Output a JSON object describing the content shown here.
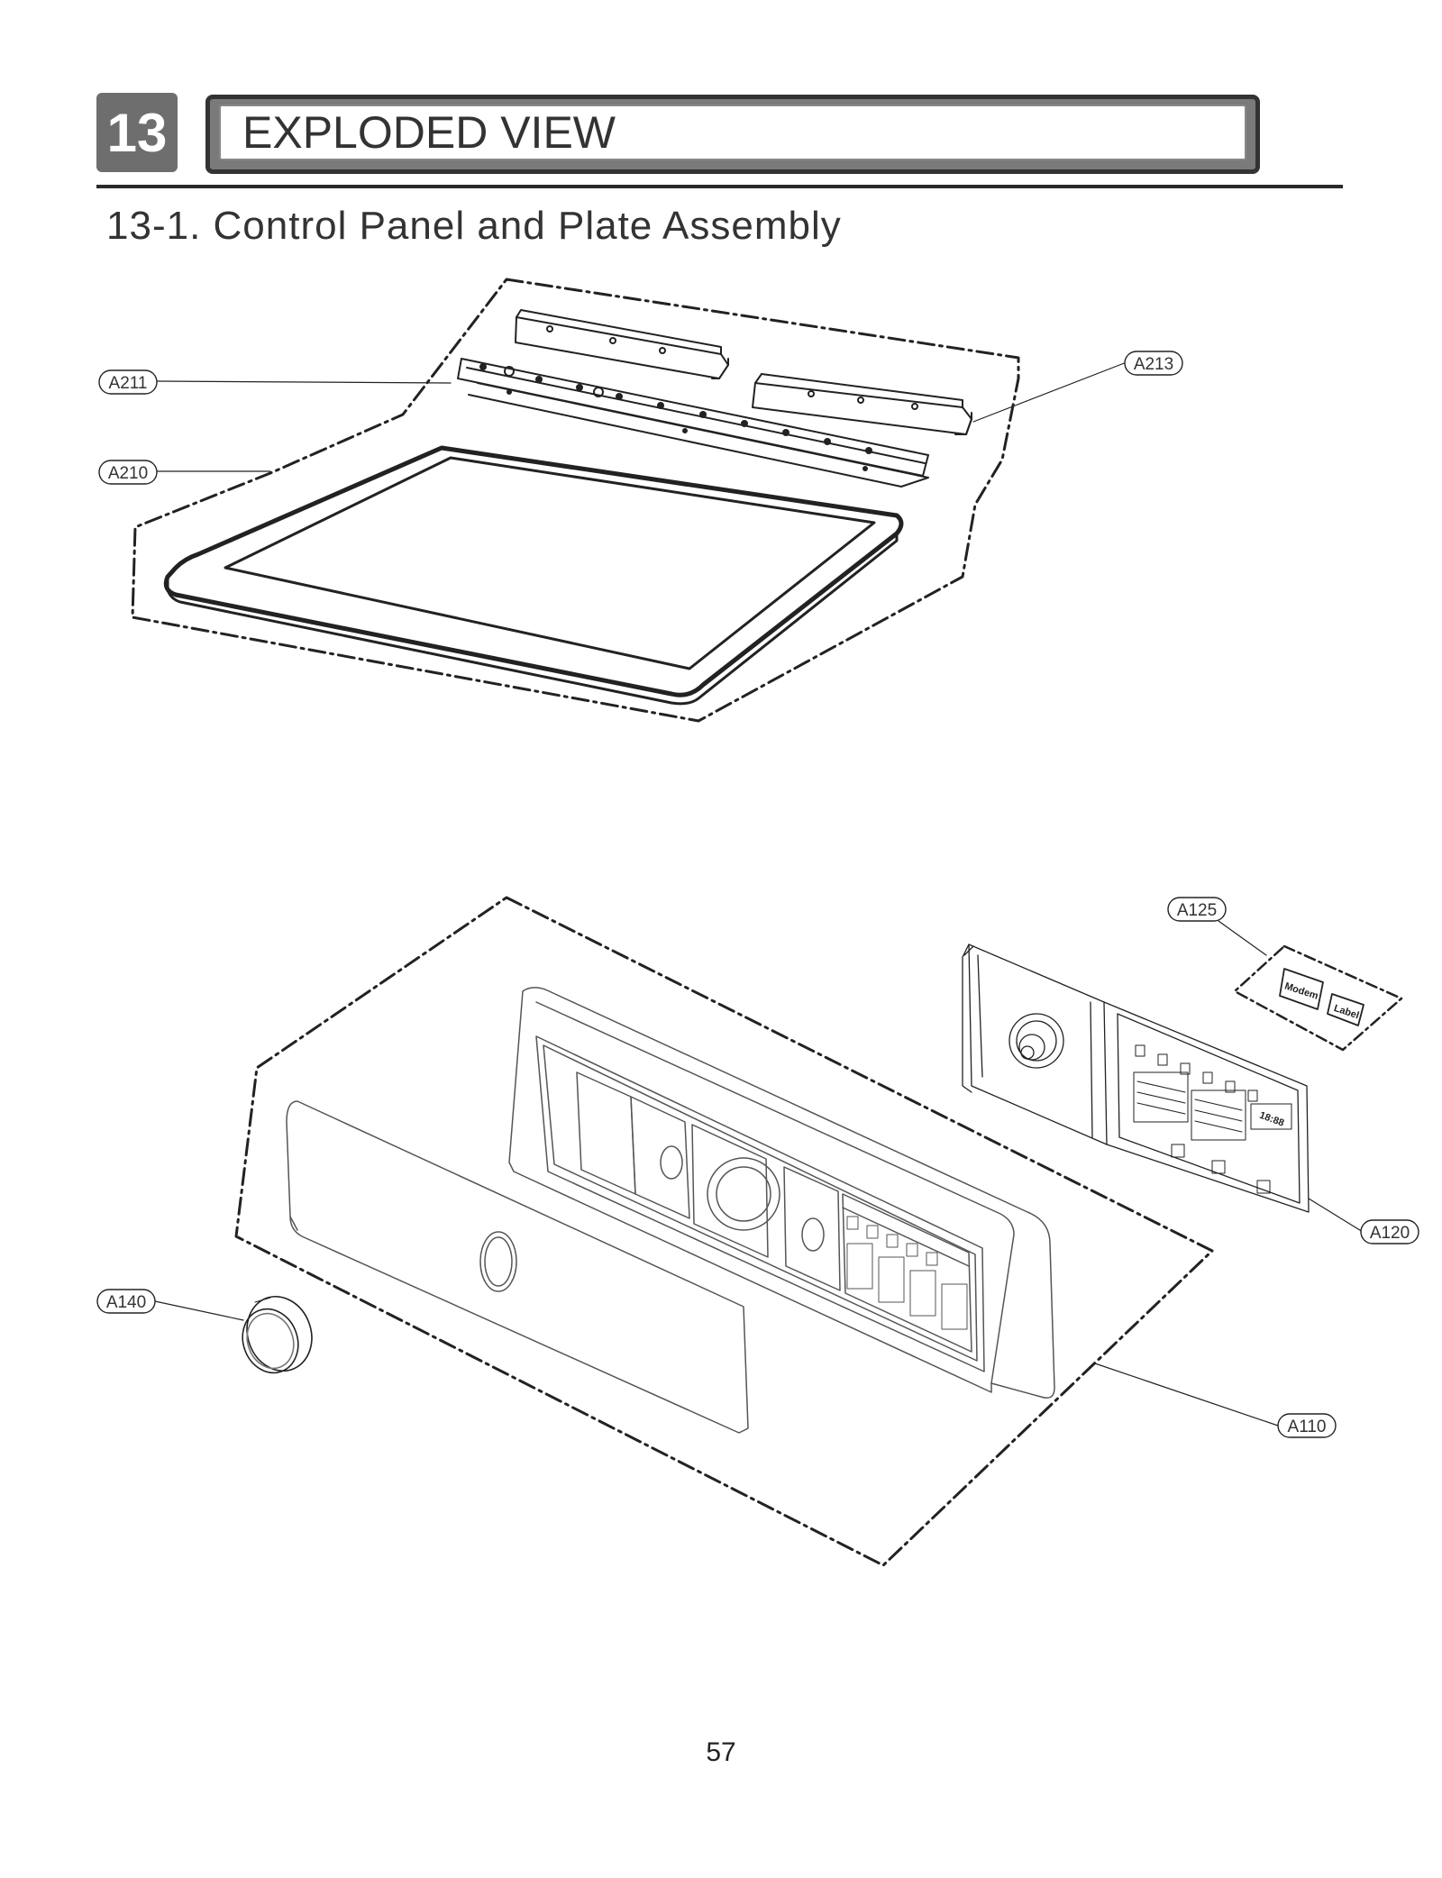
{
  "header": {
    "chapter_number": "13",
    "chapter_title": "EXPLODED VIEW",
    "section_title": "13-1. Control Panel and Plate Assembly"
  },
  "callouts": {
    "a211": "A211",
    "a213": "A213",
    "a210": "A210",
    "a125": "A125",
    "a120": "A120",
    "a140": "A140",
    "a110": "A110"
  },
  "labels": {
    "modem": "Modem",
    "label": "Label",
    "display": "18:88"
  },
  "footer": {
    "page_number": "57"
  }
}
